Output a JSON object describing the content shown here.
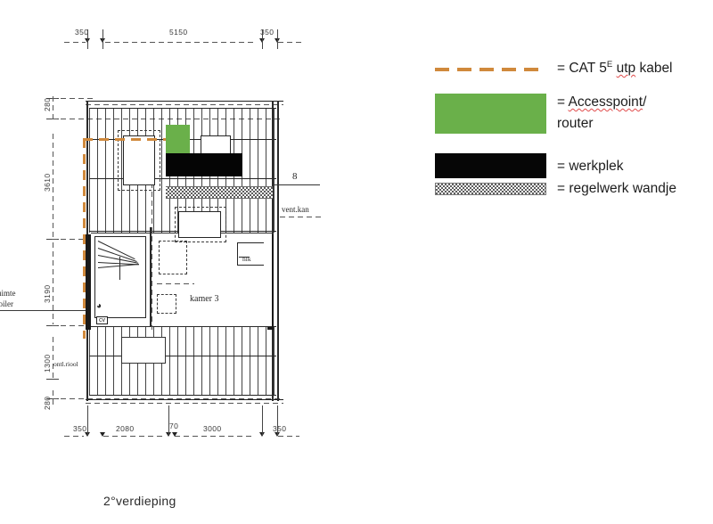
{
  "plan": {
    "title": "2°verdieping",
    "top_dimensions": [
      "350",
      "5150",
      "350"
    ],
    "bottom_dimensions": [
      "350",
      "2080",
      "70",
      "3000",
      "350"
    ],
    "left_dimensions": [
      "280",
      "3610",
      "3190",
      "1300",
      "280"
    ],
    "labels": {
      "room_3": "kamer 3",
      "hlk": "hlk",
      "cv": "cv",
      "vent_kanaal": "vent.kan",
      "eight": "8",
      "boiler_room_line1": "ruimte",
      "boiler_room_line2": "boiler",
      "ontl_riool": "ontl.riool"
    }
  },
  "legend": {
    "items": [
      {
        "swatch": "orange-dashed-line",
        "prefix": "= CAT 5",
        "sup": "E",
        "suffix_plain": " ",
        "suffix_misspelled": "utp",
        "suffix_rest": " kabel",
        "color": "#D0893C"
      },
      {
        "swatch": "green-rectangle",
        "line1_prefix": "= ",
        "line1_misspelled": "Accesspoint",
        "line1_suffix": "/",
        "line2": "router",
        "color": "#6AB04A"
      },
      {
        "swatch": "black-rectangle",
        "label": " = werkplek",
        "color": "#060606"
      },
      {
        "swatch": "hatched-rectangle",
        "label": "= regelwerk wandje",
        "color": "#5d5d5d"
      }
    ]
  }
}
